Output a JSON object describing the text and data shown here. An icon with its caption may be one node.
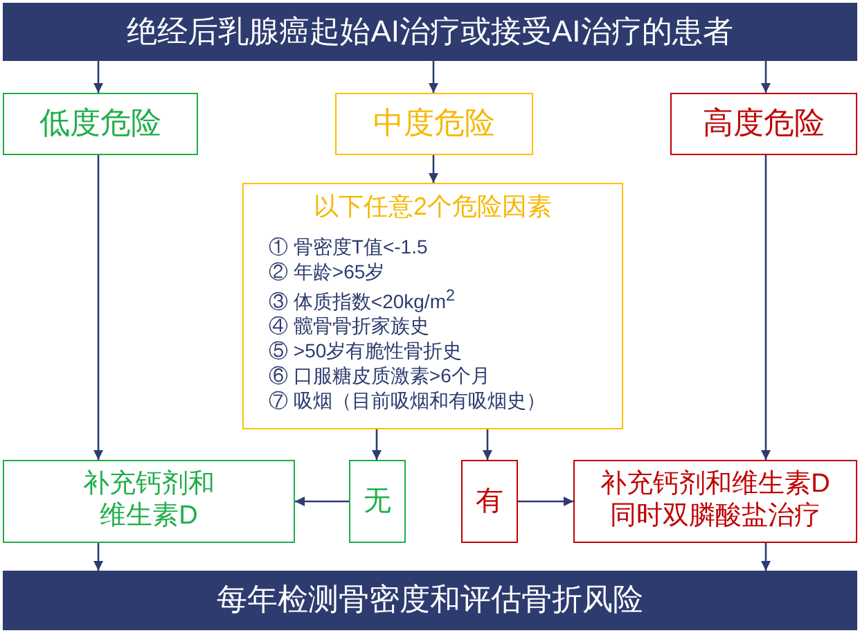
{
  "diagram": {
    "nodes": [
      {
        "text": [
          "绝经后乳腺癌起始AI治疗或接受AI治疗的患者"
        ]
      },
      {
        "text": [
          "低度危险"
        ]
      },
      {
        "text": [
          "中度危险"
        ]
      },
      {
        "text": [
          "高度危险"
        ]
      },
      {
        "text": [
          "以下任意2个危险因素",
          "① 骨密度T值<-1.5",
          "② 年龄>65岁",
          "③ 体质指数<20kg/m$^{2}$",
          "④ 髋骨骨折家族史",
          "⑤ >50岁有脆性骨折史",
          "⑥ 口服糖皮质激素>6个月",
          "⑦ 吸烟（目前吸烟和有吸烟史）"
        ]
      },
      {
        "text": [
          "补充钙剂和维生素D"
        ]
      },
      {
        "text": [
          "无"
        ]
      },
      {
        "text": [
          "有"
        ]
      },
      {
        "text": [
          "补充钙剂和维生素D同时双膦酸盐治疗"
        ]
      },
      {
        "text": [
          "每年检测骨密度和评估骨折风险"
        ]
      }
    ],
    "edges": [
      {
        "from": 0,
        "to": 1,
        "arrow": "to"
      },
      {
        "from": 0,
        "to": 2,
        "arrow": "to"
      },
      {
        "from": 0,
        "to": 3,
        "arrow": "to"
      },
      {
        "from": 1,
        "to": 5,
        "arrow": "to"
      },
      {
        "from": 2,
        "to": 4,
        "arrow": "to"
      },
      {
        "from": 3,
        "to": 8,
        "arrow": "to"
      },
      {
        "from": 4,
        "to": 6,
        "arrow": "to"
      },
      {
        "from": 4,
        "to": 7,
        "arrow": "to"
      },
      {
        "from": 6,
        "to": 5,
        "arrow": "to"
      },
      {
        "from": 7,
        "to": 8,
        "arrow": "to"
      },
      {
        "from": 5,
        "to": 9,
        "arrow": "to"
      },
      {
        "from": 8,
        "to": 9,
        "arrow": "to"
      }
    ]
  }
}
